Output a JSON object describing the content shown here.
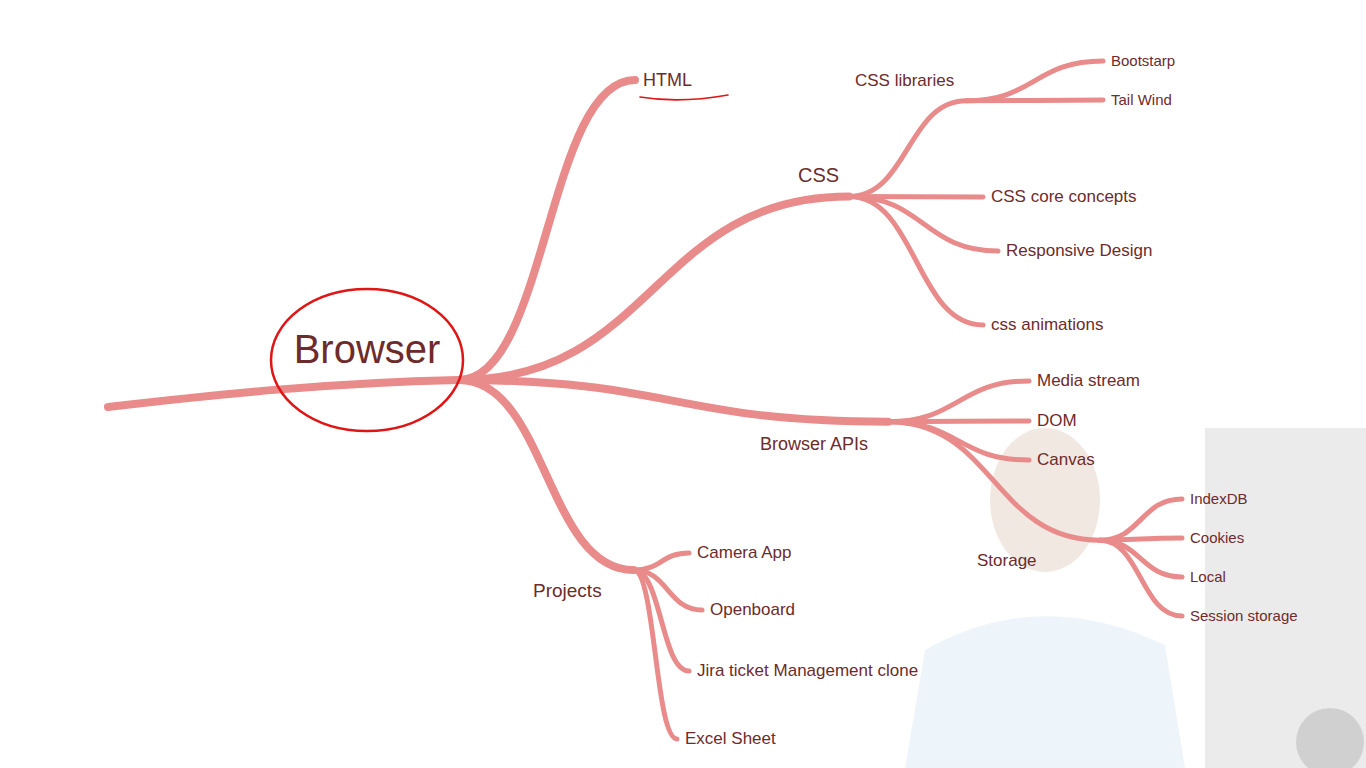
{
  "diagram": {
    "nodes": [
      {
        "text": [
          "Browser"
        ]
      },
      {
        "text": [
          "HTML"
        ]
      },
      {
        "text": [
          "CSS"
        ]
      },
      {
        "text": [
          "CSS libraries"
        ]
      },
      {
        "text": [
          "Bootstarp"
        ]
      },
      {
        "text": [
          "Tail Wind"
        ]
      },
      {
        "text": [
          "CSS core concepts"
        ]
      },
      {
        "text": [
          "Responsive Design"
        ]
      },
      {
        "text": [
          "css animations"
        ]
      },
      {
        "text": [
          "Browser APIs"
        ]
      },
      {
        "text": [
          "Media stream"
        ]
      },
      {
        "text": [
          "DOM"
        ]
      },
      {
        "text": [
          "Canvas"
        ]
      },
      {
        "text": [
          "Storage"
        ]
      },
      {
        "text": [
          "IndexDB"
        ]
      },
      {
        "text": [
          "Cookies"
        ]
      },
      {
        "text": [
          "Local"
        ]
      },
      {
        "text": [
          "Session storage"
        ]
      },
      {
        "text": [
          "Projects"
        ]
      },
      {
        "text": [
          "Camera App"
        ]
      },
      {
        "text": [
          "Openboard"
        ]
      },
      {
        "text": [
          "Jira ticket Management clone"
        ]
      },
      {
        "text": [
          "Excel Sheet"
        ]
      }
    ],
    "edges": [
      {
        "from": 0,
        "to": 1,
        "arrow": "none"
      },
      {
        "from": 0,
        "to": 2,
        "arrow": "none"
      },
      {
        "from": 2,
        "to": 3,
        "arrow": "none"
      },
      {
        "from": 3,
        "to": 4,
        "arrow": "none"
      },
      {
        "from": 3,
        "to": 5,
        "arrow": "none"
      },
      {
        "from": 2,
        "to": 6,
        "arrow": "none"
      },
      {
        "from": 2,
        "to": 7,
        "arrow": "none"
      },
      {
        "from": 2,
        "to": 8,
        "arrow": "none"
      },
      {
        "from": 0,
        "to": 9,
        "arrow": "none"
      },
      {
        "from": 9,
        "to": 10,
        "arrow": "none"
      },
      {
        "from": 9,
        "to": 11,
        "arrow": "none"
      },
      {
        "from": 9,
        "to": 12,
        "arrow": "none"
      },
      {
        "from": 9,
        "to": 13,
        "arrow": "none"
      },
      {
        "from": 13,
        "to": 14,
        "arrow": "none"
      },
      {
        "from": 13,
        "to": 15,
        "arrow": "none"
      },
      {
        "from": 13,
        "to": 16,
        "arrow": "none"
      },
      {
        "from": 13,
        "to": 17,
        "arrow": "none"
      },
      {
        "from": 0,
        "to": 18,
        "arrow": "none"
      },
      {
        "from": 18,
        "to": 19,
        "arrow": "none"
      },
      {
        "from": 18,
        "to": 20,
        "arrow": "none"
      },
      {
        "from": 18,
        "to": 21,
        "arrow": "none"
      },
      {
        "from": 18,
        "to": 22,
        "arrow": "none"
      }
    ]
  }
}
